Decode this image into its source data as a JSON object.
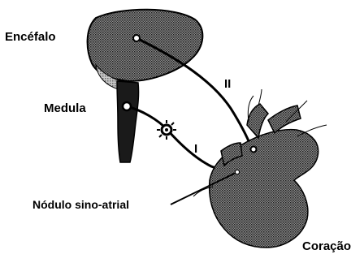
{
  "labels": {
    "brain": "Encéfalo",
    "medulla": "Medula",
    "sa_node": "Nódulo sino-atrial",
    "heart": "Coração",
    "pathway_1": "I",
    "pathway_2": "II"
  },
  "colors": {
    "tissue_fill": "#4a4a4a",
    "tissue_light": "#9a9a9a",
    "outline": "#000000",
    "background": "#ffffff"
  },
  "icons": [
    "ganglion-icon"
  ]
}
